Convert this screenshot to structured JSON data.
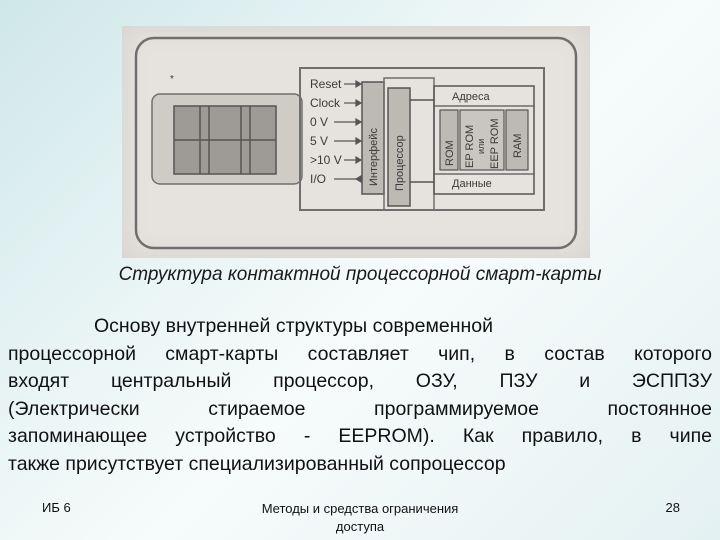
{
  "figure": {
    "card_mark": "*",
    "pins": [
      "Reset",
      "Clock",
      "0 V",
      "5 V",
      ">10 V",
      "I/O"
    ],
    "interface_label": "Интерфейс",
    "processor_label": "Процессор",
    "address_label": "Адреса",
    "data_label": "Данные",
    "rom_label": "ROM",
    "eprom_label": "EP ROM",
    "or_label": "или",
    "eeprom_label": "EEP ROM",
    "ram_label": "RAM"
  },
  "caption": "Структура контактной процессорной смарт-карты",
  "paragraph": {
    "lines": [
      "Основу внутренней структуры современной",
      "процессорной смарт-карты составляет чип, в состав которого",
      "входят центральный процессор, ОЗУ, ПЗУ и ЭСППЗУ",
      "(Электрически стираемое программируемое постоянное",
      "запоминающее устройство - EEPROM). Как правило, в чипе",
      "также присутствует специализированный сопроцессор"
    ]
  },
  "footer": {
    "left": "ИБ 6",
    "center_line1": "Методы и средства ограничения",
    "center_line2": "доступа",
    "page_number": "28"
  }
}
